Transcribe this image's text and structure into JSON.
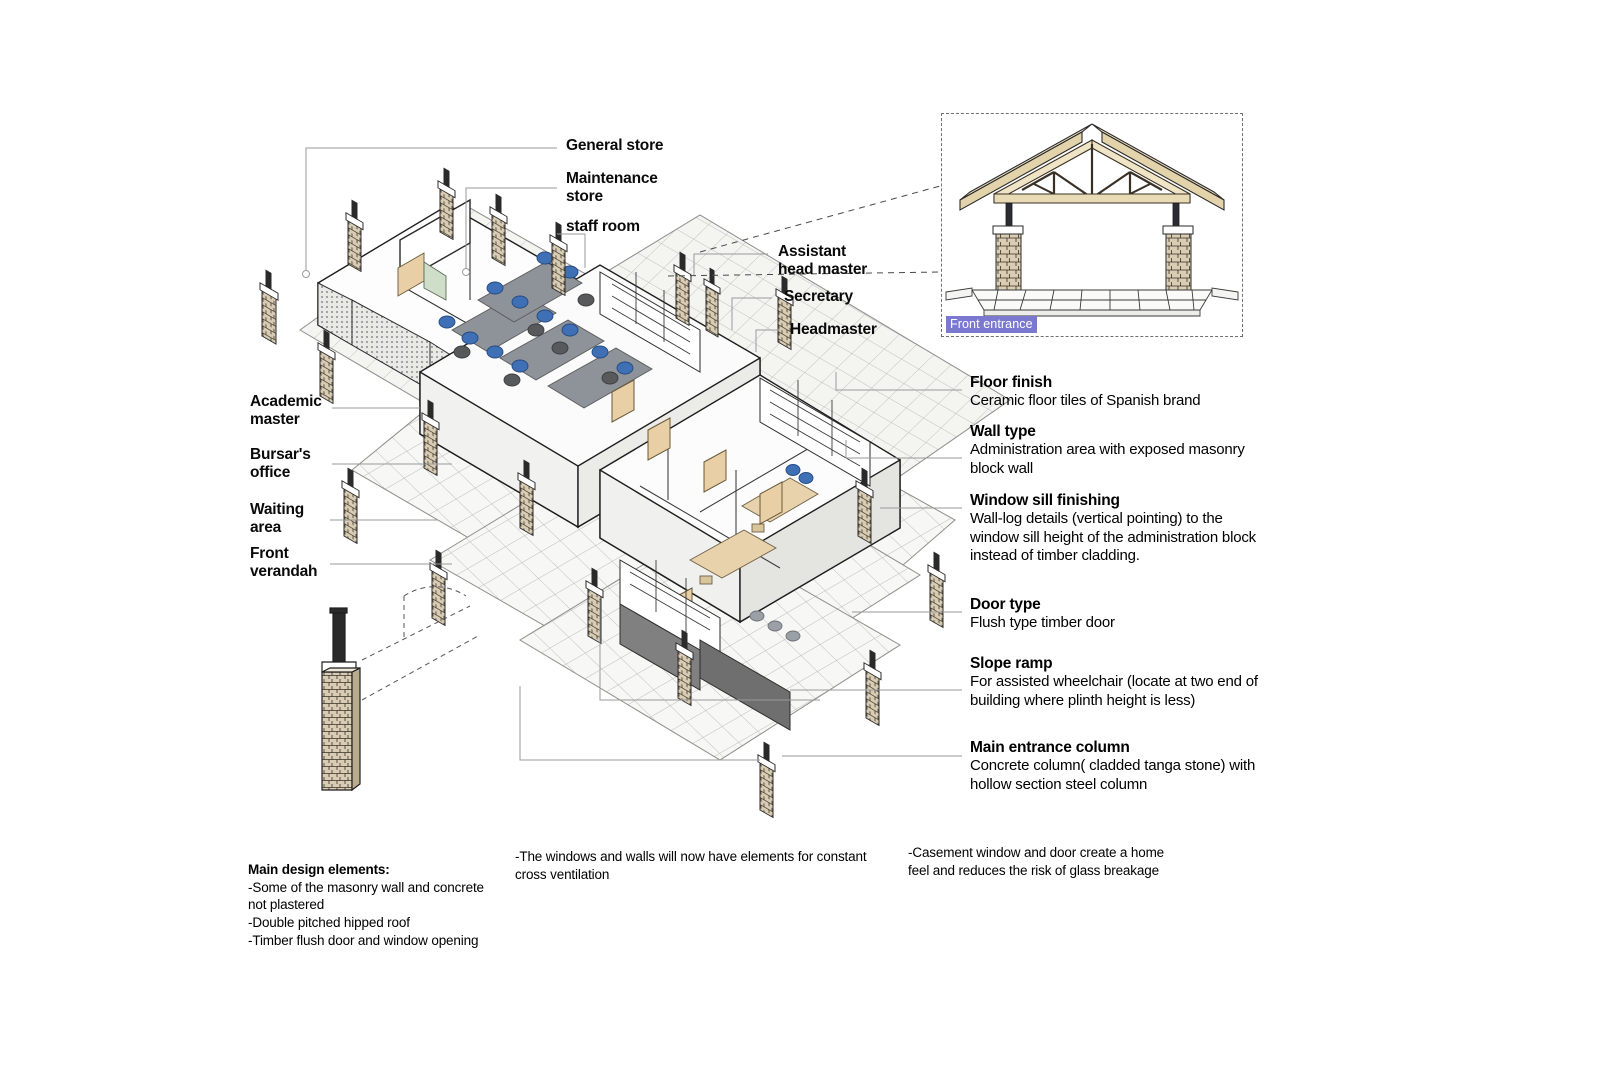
{
  "sheet": {
    "title": "Administration Block — Isometric Cutaway",
    "background": "#ffffff",
    "line_color": "#9a9a9a",
    "accent_highlight": "#7b79cf"
  },
  "room_labels": [
    {
      "id": "general-store",
      "text": "General store"
    },
    {
      "id": "maintenance-store",
      "text": "Maintenance\nstore"
    },
    {
      "id": "staff-room",
      "text": "staff room"
    },
    {
      "id": "assistant-head-master",
      "text": "Assistant\nhead master"
    },
    {
      "id": "secretary",
      "text": "Secretary"
    },
    {
      "id": "headmaster",
      "text": "Headmaster"
    },
    {
      "id": "academic-master",
      "text": "Academic\nmaster"
    },
    {
      "id": "bursars-office",
      "text": "Bursar's\noffice"
    },
    {
      "id": "waiting-area",
      "text": "Waiting\narea"
    },
    {
      "id": "front-verandah",
      "text": "Front\nverandah"
    }
  ],
  "specifications": [
    {
      "id": "floor-finish",
      "heading": "Floor finish",
      "body": "Ceramic floor tiles of Spanish brand"
    },
    {
      "id": "wall-type",
      "heading": "Wall type",
      "body": "Administration area with exposed\nmasonry block wall"
    },
    {
      "id": "window-sill-finishing",
      "heading": "Window sill finishing",
      "body": "Wall-log details (vertical pointing) to the\nwindow sill height of the administration\nblock instead of timber cladding."
    },
    {
      "id": "door-type",
      "heading": "Door type",
      "body": "Flush type timber door"
    },
    {
      "id": "slope-ramp",
      "heading": "Slope ramp",
      "body": "For assisted wheelchair (locate at two\nend of building where plinth height is\nless)"
    },
    {
      "id": "main-entrance-column",
      "heading": "Main entrance column",
      "body": "Concrete column( cladded\ntanga stone) with hollow\nsection steel column"
    }
  ],
  "inset": {
    "caption": "Front entrance",
    "caption_bg": "#7b79cf",
    "caption_color": "#ffffff"
  },
  "notes": {
    "column_one": {
      "heading": "Main design elements:",
      "items": "-Some of the masonry wall and concrete\n not plastered\n-Double pitched hipped roof\n-Timber flush door and window opening"
    },
    "column_two": {
      "text": "-The windows and walls will now have elements for constant\ncross ventilation"
    },
    "column_three": {
      "text": "-Casement window and door create a home\nfeel and reduces the risk of glass breakage"
    }
  }
}
